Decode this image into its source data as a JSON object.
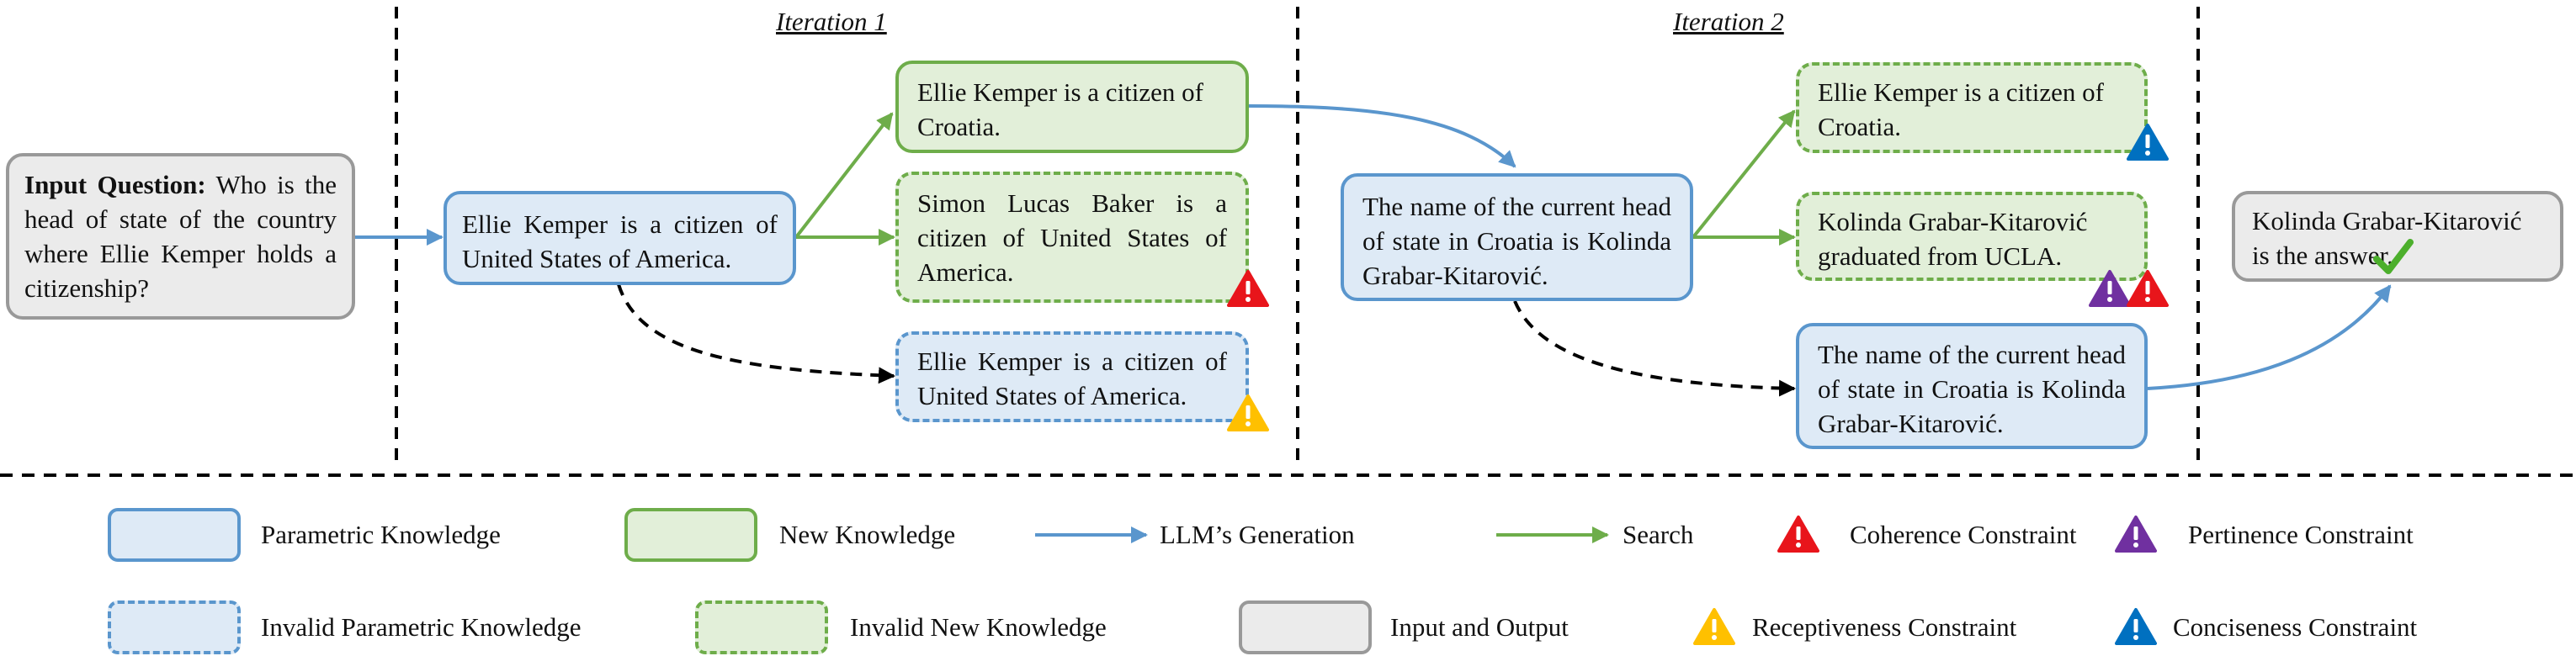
{
  "iterations": {
    "iter1": "Iteration 1",
    "iter2": "Iteration 2"
  },
  "question": {
    "bold": "Input Question:",
    "text": " Who is the head of state of the country where Ellie Kemper holds a citizenship?"
  },
  "iter1": {
    "param": "Ellie Kemper is a citizen of United States of America.",
    "new1": "Ellie Kemper is a citizen of Croatia.",
    "new2": "Simon Lucas Baker is a citizen of United States of America.",
    "invalid_param": "Ellie Kemper is a citizen of United States of America."
  },
  "iter2": {
    "param": "The name of the current head of state in Croatia is Kolinda Grabar-Kitarović.",
    "new1": "Ellie Kemper is a citizen of Croatia.",
    "new2": "Kolinda Grabar-Kitarović graduated from UCLA.",
    "param_final": "The name of the current head of state in Croatia is Kolinda Grabar-Kitarović."
  },
  "output": {
    "text": "Kolinda Grabar-Kitarović is the answer."
  },
  "legend": {
    "parametric": "Parametric Knowledge",
    "new": "New Knowledge",
    "llm_generation": "LLM’s Generation",
    "search": "Search",
    "coherence": "Coherence Constraint",
    "pertinence": "Pertinence Constraint",
    "invalid_parametric": "Invalid Parametric Knowledge",
    "invalid_new": "Invalid New Knowledge",
    "input_output": "Input and Output",
    "receptiveness": "Receptiveness Constraint",
    "conciseness": "Conciseness Constraint"
  },
  "colors": {
    "blue_fill": "#deeaf6",
    "blue_border": "#5a96cd",
    "green_fill": "#e2efd9",
    "green_border": "#6ead4a",
    "gray_fill": "#ebebeb",
    "gray_border": "#999999",
    "coherence": "#e8151b",
    "pertinence": "#7030a0",
    "receptiveness": "#ffc000",
    "conciseness": "#0070c0",
    "check": "#4caf2c"
  },
  "icons": {
    "coherence": "warning-triangle-icon",
    "pertinence": "warning-triangle-icon",
    "receptiveness": "warning-triangle-icon",
    "conciseness": "warning-triangle-icon",
    "correct": "checkmark-icon"
  }
}
